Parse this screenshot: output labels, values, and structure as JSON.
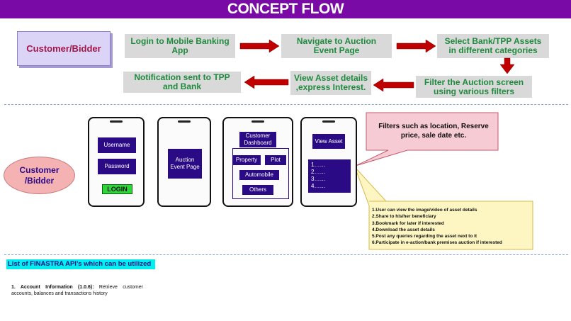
{
  "header": {
    "title": "CONCEPT FLOW"
  },
  "actor_box": {
    "label": "Customer/Bidder"
  },
  "flow_steps": [
    "Login to Mobile Banking App",
    "Navigate to Auction Event Page",
    "Select Bank/TPP Assets in different categories",
    "Filter the Auction screen using various filters",
    "View Asset details ,express Interest.",
    "Notification sent to TPP and Bank"
  ],
  "actor_oval": {
    "label": "Customer /Bidder"
  },
  "phone1": {
    "username": "Username",
    "password": "Password",
    "login": "LOGIN"
  },
  "phone2": {
    "auction": "Auction Event Page"
  },
  "phone3": {
    "dashboard": "Customer Dashboard",
    "property": "Property",
    "plot": "Plot",
    "automobile": "Automobile",
    "others": "Others"
  },
  "phone4": {
    "view_asset": "View Asset",
    "list": [
      "1……",
      "2……",
      "3……",
      "4……"
    ]
  },
  "callout_filters": "Filters such as location, Reserve price, sale date etc.",
  "callout_features": [
    "1.User can view the image/video of asset details",
    "2.Share to his/her beneficiary",
    "3.Bookmark for later if interested",
    "4.Download  the asset details",
    "5.Post any queries regarding the asset next to it",
    "6.Participate in e-action/bank premises auction if interested"
  ],
  "api_section": {
    "title": "List of FINASTRA API’s  which can be utilized",
    "item_heading": "1.  Account  Information  (1.0.6):",
    "item_body": " Retrieve customer accounts, balances and transactions history"
  },
  "colors": {
    "header": "#7a0aa6",
    "step_text": "#1f8a3d",
    "arrow": "#c00000",
    "phone_button": "#2b0a86",
    "api_highlight": "#00f0f0"
  }
}
